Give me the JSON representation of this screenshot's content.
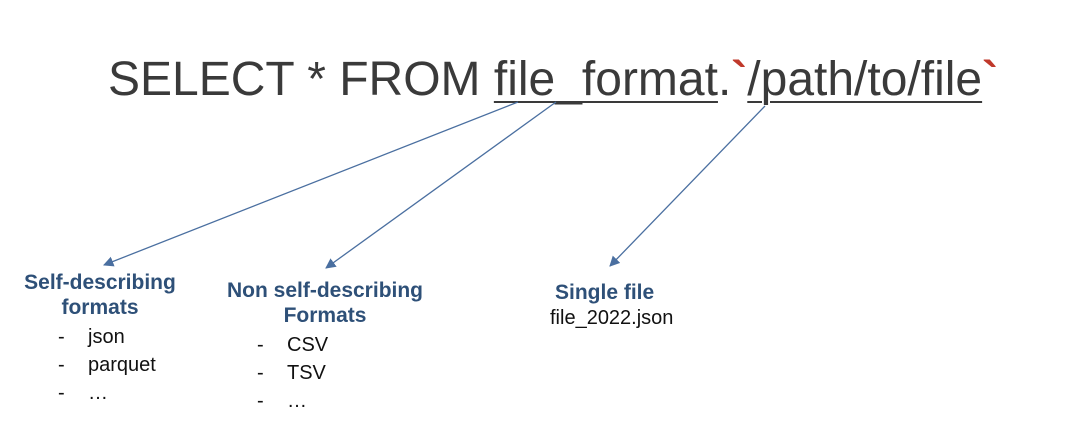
{
  "query": {
    "select": "SELECT * FROM ",
    "format": "file_format",
    "dot": ".",
    "tick_open": "`",
    "path": "/path/to/file",
    "tick_close": "`"
  },
  "groups": {
    "self_describing": {
      "heading_line1": "Self-describing",
      "heading_line2": "formats",
      "items": [
        "json",
        "parquet",
        "…"
      ]
    },
    "non_self_describing": {
      "heading_line1": "Non self-describing",
      "heading_line2": "Formats",
      "items": [
        "CSV",
        "TSV",
        "…"
      ]
    },
    "single_file": {
      "heading": "Single file",
      "value": "file_2022.json"
    }
  },
  "list_marker": "-",
  "colors": {
    "query_text": "#3a3a3a",
    "backtick": "#c0392b",
    "heading": "#2e5078",
    "arrow": "#4a6fa0"
  }
}
